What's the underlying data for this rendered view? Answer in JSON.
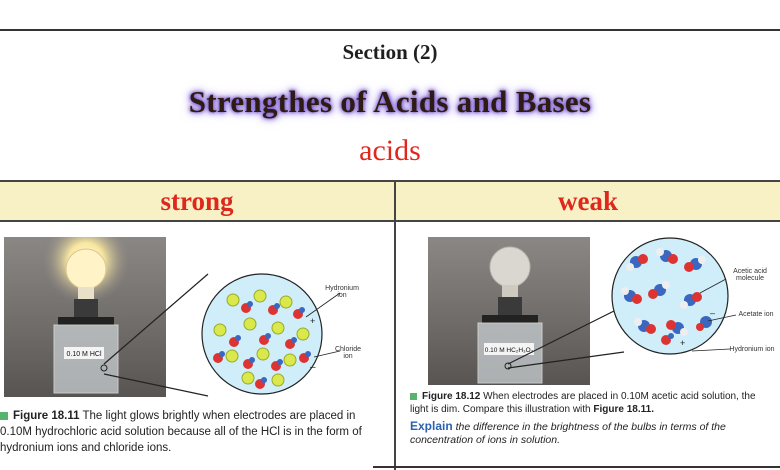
{
  "section_label": "Section (2)",
  "page_title": "Strengthes of Acids and Bases",
  "acids_label": "acids",
  "columns": {
    "left": "strong",
    "right": "weak"
  },
  "left_figure": {
    "figure_number": "Figure 18.11",
    "caption": "The light glows brightly when electrodes are placed in 0.10M hydrochloric acid solution because all of the HCl is in the form of hydronium ions and chloride ions.",
    "beaker_label": "0.10 M  HCl",
    "labels": {
      "hydronium": "Hydronium ion",
      "chloride": "Chloride ion"
    }
  },
  "right_figure": {
    "figure_number": "Figure 18.12",
    "caption": "When electrodes are placed in 0.10M acetic acid solution, the light is dim. Compare this illustration with",
    "caption_ref": "Figure 18.11.",
    "explain_word": "Explain",
    "explain_text": "the difference in the brightness of the bulbs in terms of the concentration of ions in solution.",
    "beaker_label": "0.10 M  HC₂H₃O₂",
    "labels": {
      "acetic": "Acetic acid molecule",
      "acetate": "Acetate ion",
      "hydronium": "Hydronium ion"
    }
  },
  "colors": {
    "title_glow": "#7d5bd3",
    "accent_red": "#e0271c",
    "header_bg": "#f8f1c6",
    "figure_square": "#58b36d",
    "explain_blue": "#2a62b0"
  }
}
